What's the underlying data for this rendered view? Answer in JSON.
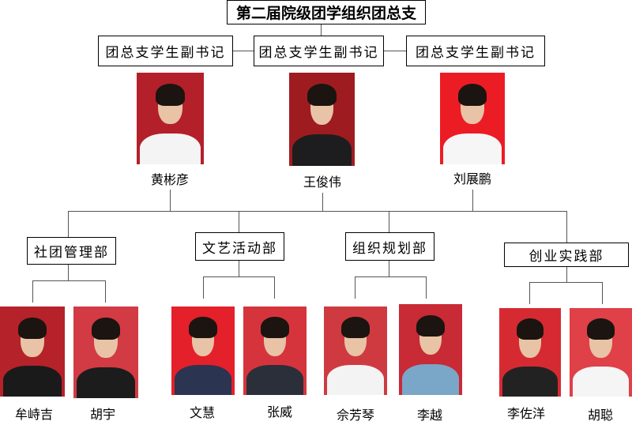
{
  "title": "第二届院级团学组织团总支",
  "deputies": [
    {
      "role": "团总支学生副书记",
      "name": "黄彬彦",
      "bg": "#b3202a",
      "cloth": "#f4f4f4"
    },
    {
      "role": "团总支学生副书记",
      "name": "王俊伟",
      "bg": "#9e1c20",
      "cloth": "#1d1d1f"
    },
    {
      "role": "团总支学生副书记",
      "name": "刘展鹏",
      "bg": "#ec1c24",
      "cloth": "#f6f6f6"
    }
  ],
  "departments": [
    {
      "name": "社团管理部",
      "members": [
        {
          "name": "牟峙吉",
          "bg": "#b5222a",
          "cloth": "#1a1a1a"
        },
        {
          "name": "胡宇",
          "bg": "#d23a44",
          "cloth": "#1c1c1c"
        }
      ]
    },
    {
      "name": "文艺活动部",
      "members": [
        {
          "name": "文慧",
          "bg": "#e4202a",
          "cloth": "#2b3450"
        },
        {
          "name": "张威",
          "bg": "#d6343c",
          "cloth": "#2a2f3a"
        }
      ]
    },
    {
      "name": "组织规划部",
      "members": [
        {
          "name": "佘芳琴",
          "bg": "#cf3a40",
          "cloth": "#f3f3f3"
        },
        {
          "name": "李越",
          "bg": "#c82a36",
          "cloth": "#7aa6c8"
        }
      ]
    },
    {
      "name": "创业实践部",
      "members": [
        {
          "name": "李佐洋",
          "bg": "#d62a32",
          "cloth": "#222"
        },
        {
          "name": "胡聪",
          "bg": "#e04048",
          "cloth": "#f5f5f5"
        }
      ]
    }
  ]
}
